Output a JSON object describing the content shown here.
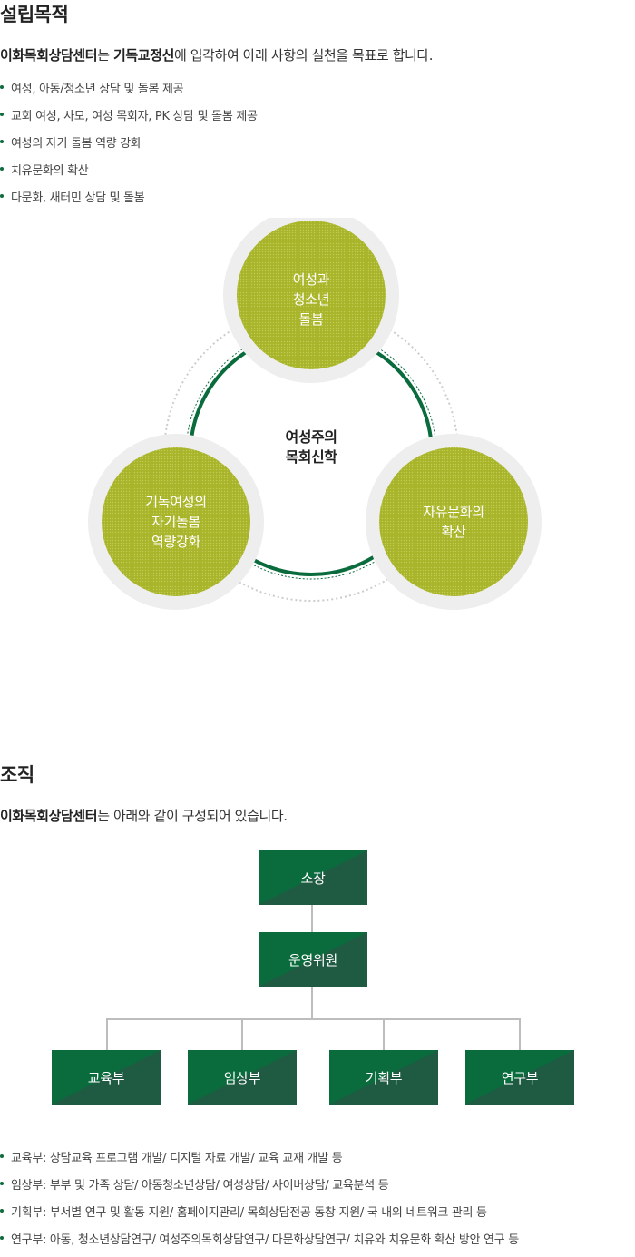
{
  "purpose": {
    "title": "설립목적",
    "intro_bold1": "이화목회상담센터",
    "intro_text1": "는 ",
    "intro_bold2": "기독교정신",
    "intro_text2": "에 입각하여 아래 사항의 실천을 목표로 합니다.",
    "items": [
      "여성, 아동/청소년 상담 및 돌봄 제공",
      "교회 여성, 사모, 여성 목회자, PK  상담 및 돌봄 제공",
      "여성의 자기 돌봄 역량 강화",
      "치유문화의 확산",
      "다문화, 새터민 상담 및 돌봄"
    ]
  },
  "diagram": {
    "center_line1": "여성주의",
    "center_line2": "목회신학",
    "top": [
      "여성과",
      "청소년",
      "돌봄"
    ],
    "left": [
      "기독여성의",
      "자기돌봄",
      "역량강화"
    ],
    "right": [
      "자유문화의",
      "확산"
    ],
    "colors": {
      "circle": "#a8b42a",
      "ring": "#f0f0f0",
      "arc": "#0a6b3c"
    }
  },
  "org": {
    "title": "조직",
    "intro_bold": "이화목회상담센터",
    "intro_text": "는 아래와 같이 구성되어 있습니다.",
    "head": "소장",
    "committee": "운영위원",
    "departments": [
      "교육부",
      "임상부",
      "기획부",
      "연구부"
    ],
    "descriptions": [
      "교육부: 상담교육 프로그램 개발/ 디지털 자료 개발/ 교육 교재 개발 등",
      "임상부: 부부 및 가족 상담/ 아동청소년상담/ 여성상담/ 사이버상담/ 교육분석 등",
      "기획부: 부서별 연구 및 활동 지원/ 홈페이지관리/ 목회상담전공 동창 지원/ 국 내외 네트워크 관리 등",
      "연구부: 아동, 청소년상담연구/ 여성주의목회상담연구/ 다문화상담연구/ 치유와 치유문화 확산 방안 연구 등"
    ]
  }
}
